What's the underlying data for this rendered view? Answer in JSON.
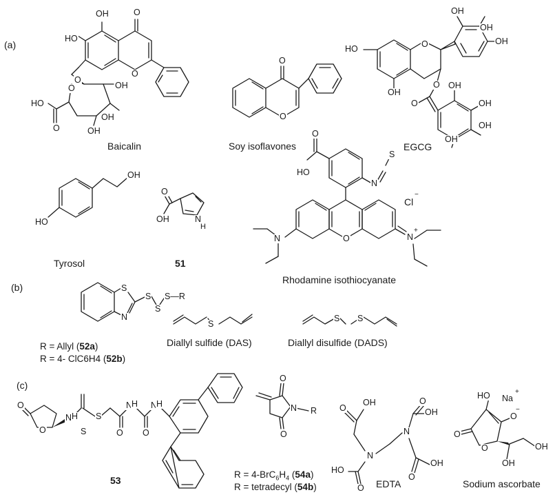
{
  "sections": {
    "a": "(a)",
    "b": "(b)",
    "c": "(c)"
  },
  "compounds": {
    "baicalin": "Baicalin",
    "soy": "Soy isoflavones",
    "egcg": "EGCG",
    "tyrosol": "Tyrosol",
    "c51": "51",
    "rhodamine": "Rhodamine isothiocyanate",
    "das": "Diallyl sulfide (DAS)",
    "dads": "Diallyl disulfide (DADS)",
    "c53": "53",
    "edta": "EDTA",
    "ascorbate": "Sodium ascorbate"
  },
  "atoms": {
    "OH": "OH",
    "HO": "HO",
    "O": "O",
    "S": "S",
    "N": "N",
    "NH": "N",
    "H": "H",
    "Cl": "Cl",
    "Na": "Na",
    "R": "R",
    "SR": "S—R"
  },
  "notes": {
    "r52a_prefix": "R = Allyl (",
    "r52a_id": "52a",
    "r52a_suffix": ")",
    "r52b_prefix": "R = 4- ClC6H4 (",
    "r52b_id": "52b",
    "r52b_suffix": ")",
    "r54a_prefix": "R = 4-BrC",
    "r54a_mid": "6",
    "r54a_h": "H",
    "r54a_sub2": "4",
    "r54a_open": " (",
    "r54a_id": "54a",
    "r54a_suffix": ")",
    "r54b_prefix": "R = tetradecyl (",
    "r54b_id": "54b",
    "r54b_suffix": ")"
  },
  "charges": {
    "minus": "−",
    "plus": "+"
  }
}
